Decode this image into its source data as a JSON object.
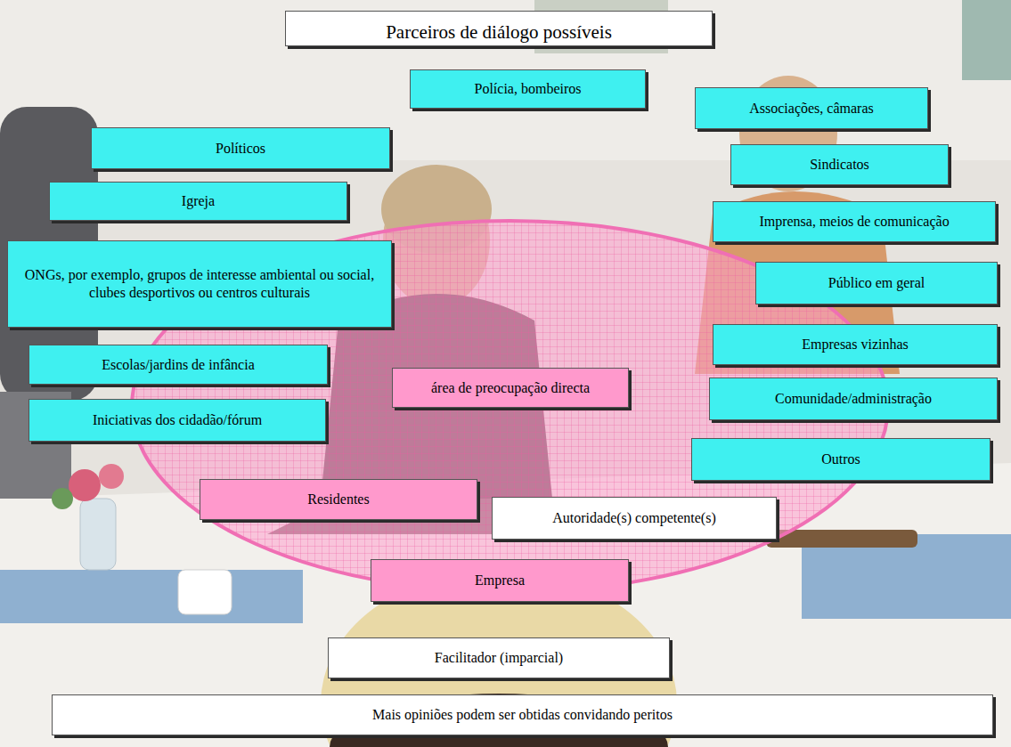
{
  "diagram": {
    "title": "Parceiros de diálogo possíveis",
    "nodes": [
      {
        "text": [
          "Polícia, bombeiros"
        ]
      },
      {
        "text": [
          "Associações, câmaras"
        ]
      },
      {
        "text": [
          "Políticos"
        ]
      },
      {
        "text": [
          "Sindicatos"
        ]
      },
      {
        "text": [
          "Igreja"
        ]
      },
      {
        "text": [
          "Imprensa, meios de comunicação"
        ]
      },
      {
        "text": [
          "ONGs, por exemplo, grupos de interesse ambiental ou social, clubes desportivos ou centros culturais"
        ]
      },
      {
        "text": [
          "Público em geral"
        ]
      },
      {
        "text": [
          "Empresas vizinhas"
        ]
      },
      {
        "text": [
          "Escolas/jardins de infância"
        ]
      },
      {
        "text": [
          "área de preocupação directa"
        ]
      },
      {
        "text": [
          "Comunidade/administração"
        ]
      },
      {
        "text": [
          "Iniciativas dos cidadão/fórum"
        ]
      },
      {
        "text": [
          "Outros"
        ]
      },
      {
        "text": [
          "Residentes"
        ],
        "in": 10
      },
      {
        "text": [
          "Autoridade(s) competente(s)"
        ],
        "in": 10
      },
      {
        "text": [
          "Empresa"
        ],
        "in": 10
      },
      {
        "text": [
          "Facilitador (imparcial)"
        ]
      },
      {
        "text": [
          "Mais opiniões podem ser obtidas convidando peritos"
        ]
      }
    ]
  }
}
